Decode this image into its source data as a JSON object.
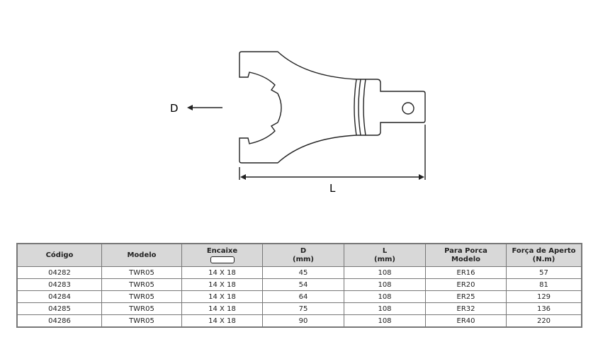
{
  "diagram": {
    "d_label": "D",
    "l_label": "L"
  },
  "table": {
    "headers": [
      {
        "line1": "Código",
        "line2": ""
      },
      {
        "line1": "Modelo",
        "line2": ""
      },
      {
        "line1": "Encaixe",
        "line2": ""
      },
      {
        "line1": "D",
        "line2": "(mm)"
      },
      {
        "line1": "L",
        "line2": "(mm)"
      },
      {
        "line1": "Para Porca",
        "line2": "Modelo"
      },
      {
        "line1": "Força de Aperto",
        "line2": "(N.m)"
      }
    ],
    "rows": [
      [
        "04282",
        "TWR05",
        "14 X 18",
        "45",
        "108",
        "ER16",
        "57"
      ],
      [
        "04283",
        "TWR05",
        "14 X 18",
        "54",
        "108",
        "ER20",
        "81"
      ],
      [
        "04284",
        "TWR05",
        "14 X 18",
        "64",
        "108",
        "ER25",
        "129"
      ],
      [
        "04285",
        "TWR05",
        "14 X 18",
        "75",
        "108",
        "ER32",
        "136"
      ],
      [
        "04286",
        "TWR05",
        "14 X 18",
        "90",
        "108",
        "ER40",
        "220"
      ]
    ]
  }
}
